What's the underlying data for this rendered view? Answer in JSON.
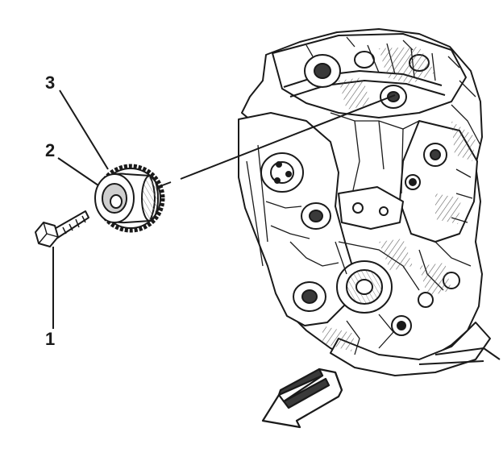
{
  "callouts": {
    "bolt": "1",
    "hub": "2",
    "sprocket": "3"
  },
  "colors": {
    "ink": "#1a1a1a",
    "fill": "#ffffff",
    "shade": "#cfcfcf",
    "dark": "#3a3a3a"
  },
  "icons": {
    "direction_arrow": "arrow-icon"
  }
}
